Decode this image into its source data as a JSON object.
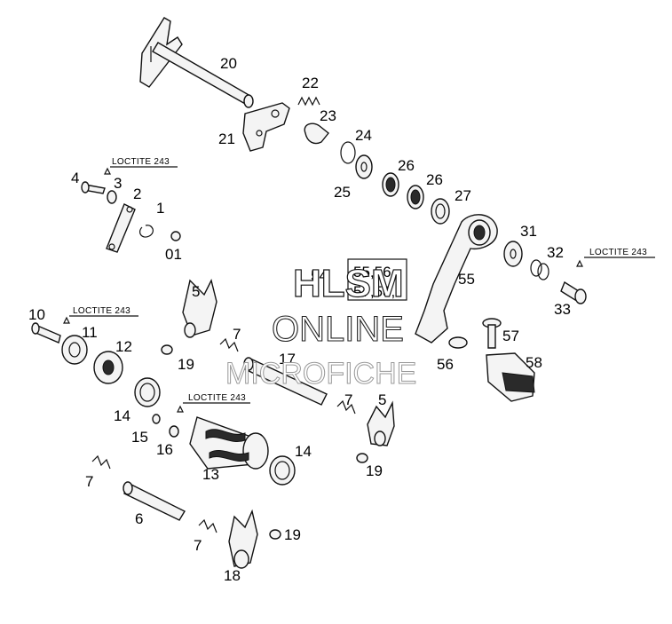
{
  "labels": {
    "l20": "20",
    "l21": "21",
    "l22": "22",
    "l23": "23",
    "l24": "24",
    "l25": "25",
    "l26a": "26",
    "l26b": "26",
    "l27": "27",
    "l31": "31",
    "l32": "32",
    "l33": "33",
    "l4": "4",
    "l3": "3",
    "l2": "2",
    "l1": "1",
    "l01": "01",
    "l54": "54",
    "l55box_line1": "55,56,",
    "l55box_line2": "57,58,",
    "l55": "55",
    "l5a": "5",
    "l7a": "7",
    "l19a": "19",
    "l17": "17",
    "l57": "57",
    "l56": "56",
    "l58": "58",
    "l10": "10",
    "l11": "11",
    "l12": "12",
    "l14a": "14",
    "l15": "15",
    "l16": "16",
    "l13": "13",
    "l14b": "14",
    "l7b": "7",
    "l5b": "5",
    "l19b": "19",
    "l7c": "7",
    "l6": "6",
    "l7d": "7",
    "l19c": "19",
    "l18": "18"
  },
  "loctite": {
    "top_left": "LOCTITE 243",
    "right": "LOCTITE 243",
    "left_mid": "LOCTITE 243",
    "center": "LOCTITE 243"
  },
  "watermark": {
    "line1": "HLSM",
    "line2": "ONLINE",
    "line3": "MICROFICHE"
  }
}
